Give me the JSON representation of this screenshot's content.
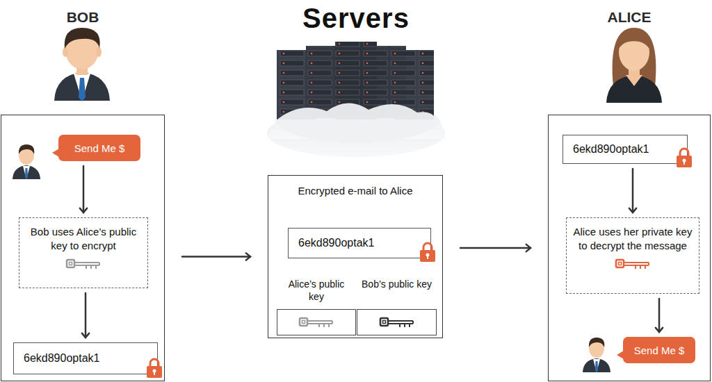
{
  "diagram": {
    "title": "Servers",
    "nodes": [
      {
        "text": [
          "BOB"
        ]
      },
      {
        "text": [
          "Send Me $"
        ],
        "in": 0
      },
      {
        "text": [
          "Bob uses Alice’s public key to encrypt"
        ],
        "in": 0
      },
      {
        "text": [
          "6ekd890optak1"
        ],
        "in": 0
      },
      {
        "text": [
          "Encrypted e-mail to Alice"
        ]
      },
      {
        "text": [
          "6ekd890optak1"
        ],
        "in": 4
      },
      {
        "text": [
          "Alice’s public key"
        ],
        "in": 4
      },
      {
        "text": [
          "Bob’s public key"
        ],
        "in": 4
      },
      {
        "text": [
          "ALICE"
        ]
      },
      {
        "text": [
          "6ekd890optak1"
        ],
        "in": 8
      },
      {
        "text": [
          "Alice uses her private key to decrypt the message"
        ],
        "in": 8
      },
      {
        "text": [
          "Send Me $"
        ],
        "in": 8
      }
    ],
    "edges": [
      {
        "from": 1,
        "to": 2,
        "arrow": "to"
      },
      {
        "from": 2,
        "to": 3,
        "arrow": "to"
      },
      {
        "from": 0,
        "to": 4,
        "arrow": "to"
      },
      {
        "from": 4,
        "to": 8,
        "arrow": "to"
      },
      {
        "from": 9,
        "to": 10,
        "arrow": "to"
      },
      {
        "from": 10,
        "to": 11,
        "arrow": "to"
      }
    ]
  }
}
